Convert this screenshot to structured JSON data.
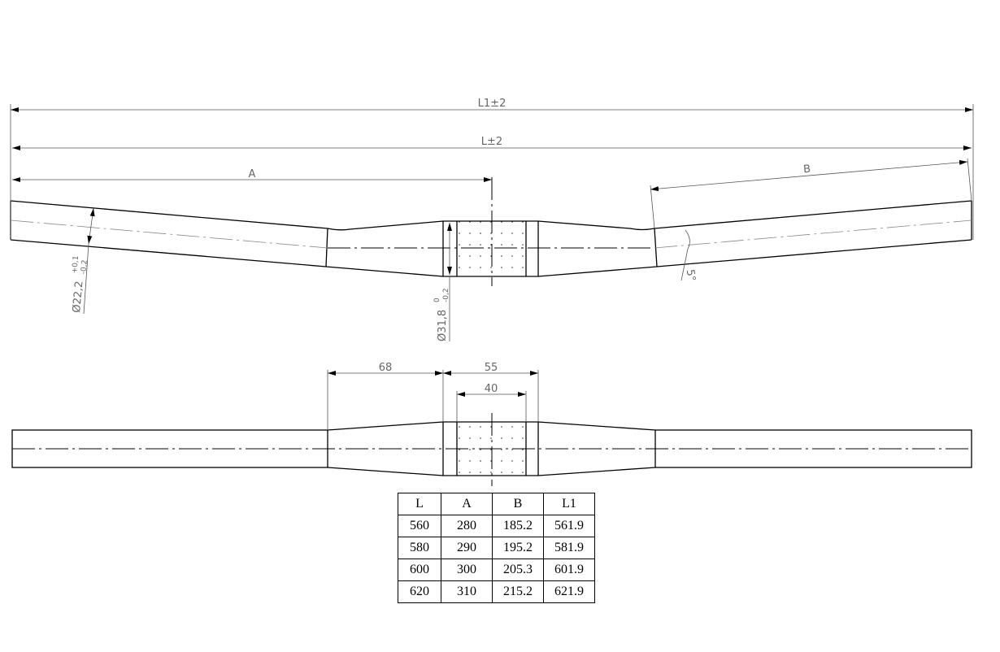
{
  "top_view": {
    "dim_L1": "L1±2",
    "dim_L": "L±2",
    "dim_A": "A",
    "dim_B": "B",
    "angle": "5°",
    "dia_end": "Ø22,2",
    "dia_end_tol_upper": "+0,1",
    "dia_end_tol_lower": "-0,2",
    "dia_center": "Ø31,8",
    "dia_center_tol_upper": "0",
    "dia_center_tol_lower": "-0,2"
  },
  "bottom_view": {
    "dim_68": "68",
    "dim_55": "55",
    "dim_40": "40"
  },
  "table": {
    "headers": [
      "L",
      "A",
      "B",
      "L1"
    ],
    "rows": [
      [
        "560",
        "280",
        "185.2",
        "561.9"
      ],
      [
        "580",
        "290",
        "195.2",
        "581.9"
      ],
      [
        "600",
        "300",
        "205.3",
        "601.9"
      ],
      [
        "620",
        "310",
        "215.2",
        "621.9"
      ]
    ]
  }
}
